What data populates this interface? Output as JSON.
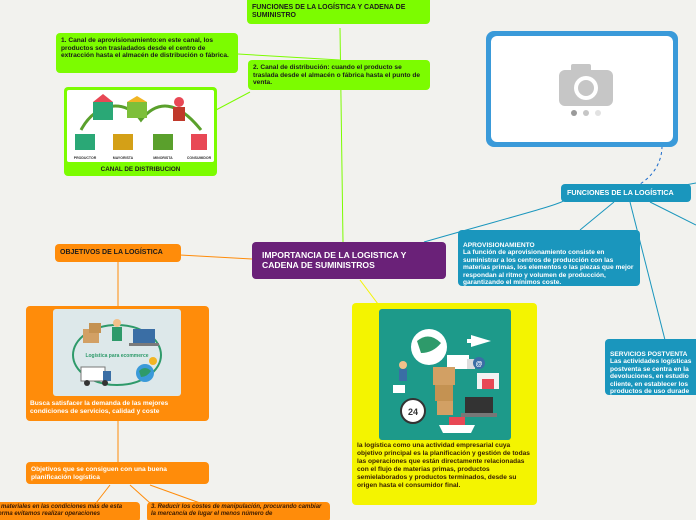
{
  "nodes": {
    "func_cadena_title": "FUNCIONES DE LA LOGÍSTICA Y CADENA DE SUMINISTRO",
    "canal_aprovisionamiento": "1. Canal de aprovisionamiento:en este canal, los productos son trasladados desde el centro de extracción hasta el almacén de distribución o fábrica.",
    "canal_distribucion_text": "2. Canal de distribución: cuando el producto se traslada desde el almacén o fábrica hasta el punto de venta.",
    "canal_distribucion_caption": "CANAL DE DISTRIBUCION",
    "canal_stage_labels": [
      "PRODUCTOR",
      "MAYORISTA",
      "MINORISTA",
      "CONSUMIDOR"
    ],
    "central_topic": "IMPORTANCIA DE LA LOGISTICA Y CADENA DE SUMINISTROS",
    "funciones_logistica": "FUNCIONES DE LA LOGÍSTICA",
    "aprovisionamiento": "APROVISIONAMIENTO\nLa función de aprovisionamiento consiste en suministrar a los centros de producción con las materias primas, los elementos o las piezas que mejor respondan al ritmo y volumen de producción, garantizando el mínimos coste.",
    "servicios_postventa": "SERVICIOS POSTVENTA\nLas actividades logísticas postventa se centra en la devoluciones, en estudio cliente, en establecer los productos de uso durade",
    "objetivos_title": "OBJETIVOS DE LA LOGÍSTICA",
    "objetivos_image_label": "Logística para ecommerce",
    "busca_satisfacer": "Busca satisfacer la demanda de las mejores condiciones de servicios, calidad y coste",
    "objetivos_se_consiguen": "Objetivos que se consiguen con una buena planificación logística",
    "objetivo_1_partial": "s materiales en las condiciones más de esta forma evitamos realizar operaciones",
    "objetivo_3_partial": "3. Reducir los costes de manipulación, procurando cambiar la mercancía de lugar el menos número de",
    "logistica_actividad": "la logística como una actividad empresarial cuya objetivo principal es la planificación y gestión de todas las operaciones que están directamente relacionadas con el flujo de materias primas, productos semielaborados y productos terminados, desde su origen hasta el consumidor final.",
    "image_badge_number": "24"
  },
  "colors": {
    "green": "#7cfc00",
    "orange": "#ff8c0a",
    "teal": "#1a96bd",
    "purple": "#6a2178",
    "yellow": "#f4f400",
    "placeholder": "#3a9ad9"
  },
  "icons": [
    "camera-icon",
    "truck-icon",
    "globe-icon",
    "airplane-icon",
    "clock-icon",
    "ship-icon"
  ]
}
